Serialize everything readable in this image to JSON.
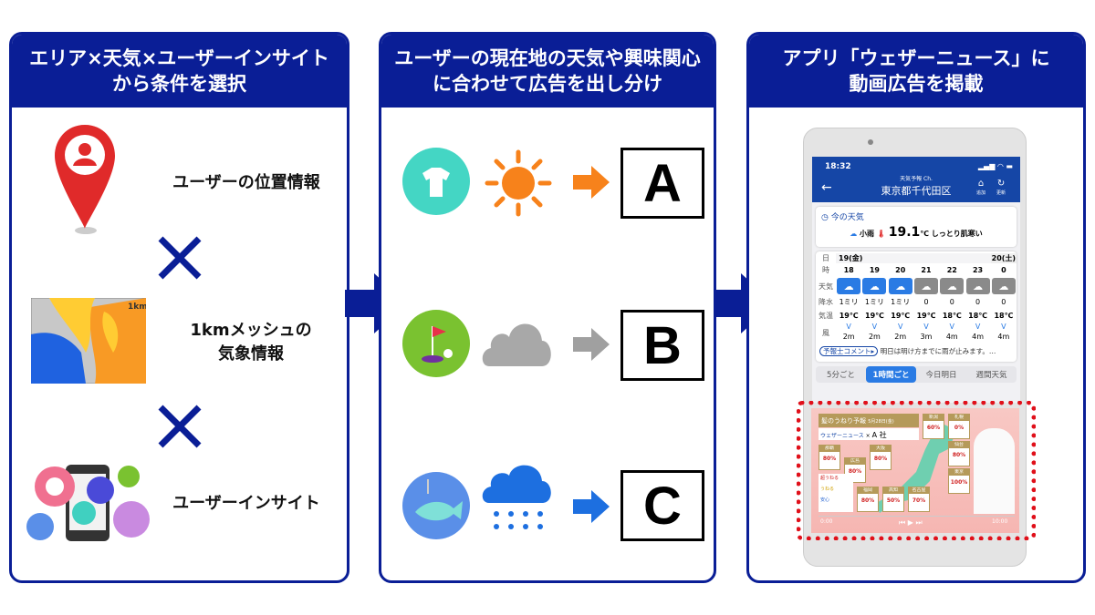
{
  "panels": [
    {
      "title_lines": [
        "エリア×天気×ユーザーインサイト",
        "から条件を選択"
      ],
      "items": [
        {
          "label": "ユーザーの位置情報",
          "icon": "location-pin-icon"
        },
        {
          "label_lines": [
            "1kmメッシュの",
            "気象情報"
          ],
          "icon": "mesh-map-icon",
          "map_badge": "1km"
        },
        {
          "label": "ユーザーインサイト",
          "icon": "user-insight-icon"
        }
      ],
      "separator": "×"
    },
    {
      "title_lines": [
        "ユーザーの現在地の天気や興味関心",
        "に合わせて広告を出し分け"
      ],
      "rows": [
        {
          "interest": "clothing-icon",
          "weather": "sun-icon",
          "ad": "A",
          "arrow_color": "#f7821b"
        },
        {
          "interest": "golf-icon",
          "weather": "cloud-icon",
          "ad": "B",
          "arrow_color": "#a0a0a0"
        },
        {
          "interest": "fishing-icon",
          "weather": "rain-icon",
          "ad": "C",
          "arrow_color": "#1d6fe0"
        }
      ]
    },
    {
      "title_lines": [
        "アプリ「ウェザーニュース」に",
        "動画広告を掲載"
      ]
    }
  ],
  "phone": {
    "time": "18:32",
    "channel": "天気予報 Ch.",
    "location": "東京都千代田区",
    "add": "追加",
    "refresh": "更新",
    "now_title": "今の天気",
    "now_weather": "小雨",
    "now_temp": "19.1",
    "now_unit": "℃",
    "now_feel": "しっとり肌寒い",
    "row_labels": [
      "日",
      "時",
      "天気",
      "降水",
      "気温",
      "風"
    ],
    "day1": "19(金)",
    "day2": "20(土)",
    "hours": [
      "18",
      "19",
      "20",
      "21",
      "22",
      "23",
      "0"
    ],
    "weather": [
      "rain",
      "rain",
      "rain",
      "cloud",
      "cloud",
      "cloud",
      "cloud"
    ],
    "precip": [
      "1ミリ",
      "1ミリ",
      "1ミリ",
      "0",
      "0",
      "0",
      "0"
    ],
    "temps": [
      "19℃",
      "19℃",
      "19℃",
      "19℃",
      "18℃",
      "18℃",
      "18℃"
    ],
    "wind": [
      "2m",
      "2m",
      "2m",
      "3m",
      "4m",
      "4m",
      "4m"
    ],
    "comment_badge": "予報士コメント▸",
    "comment": "明日は明け方までに雨が止みます。…",
    "tabs": [
      "5分ごと",
      "1時間ごと",
      "今日明日",
      "週間天気"
    ],
    "active_tab": 1,
    "ad": {
      "title": "髪のうねり予報",
      "date": "5月28日(金)",
      "brand": "ウェザーニュース",
      "cross": "×",
      "sponsor": "A 社",
      "cities": [
        {
          "name": "那覇",
          "pct": "80%"
        },
        {
          "name": "広島",
          "pct": "80%"
        },
        {
          "name": "大阪",
          "pct": "80%"
        },
        {
          "name": "新潟",
          "pct": "60%"
        },
        {
          "name": "札幌",
          "pct": "0%"
        },
        {
          "name": "仙台",
          "pct": "80%"
        },
        {
          "name": "東京",
          "pct": "100%"
        },
        {
          "name": "福岡",
          "pct": "80%"
        },
        {
          "name": "高知",
          "pct": "50%"
        },
        {
          "name": "名古屋",
          "pct": "70%"
        }
      ],
      "legend": [
        "超うねる",
        "うねる",
        "安心"
      ],
      "time_start": "0:00",
      "time_end": "10:00"
    }
  },
  "colors": {
    "brand_blue": "#0a1e96",
    "ad_highlight": "#e0101a"
  }
}
